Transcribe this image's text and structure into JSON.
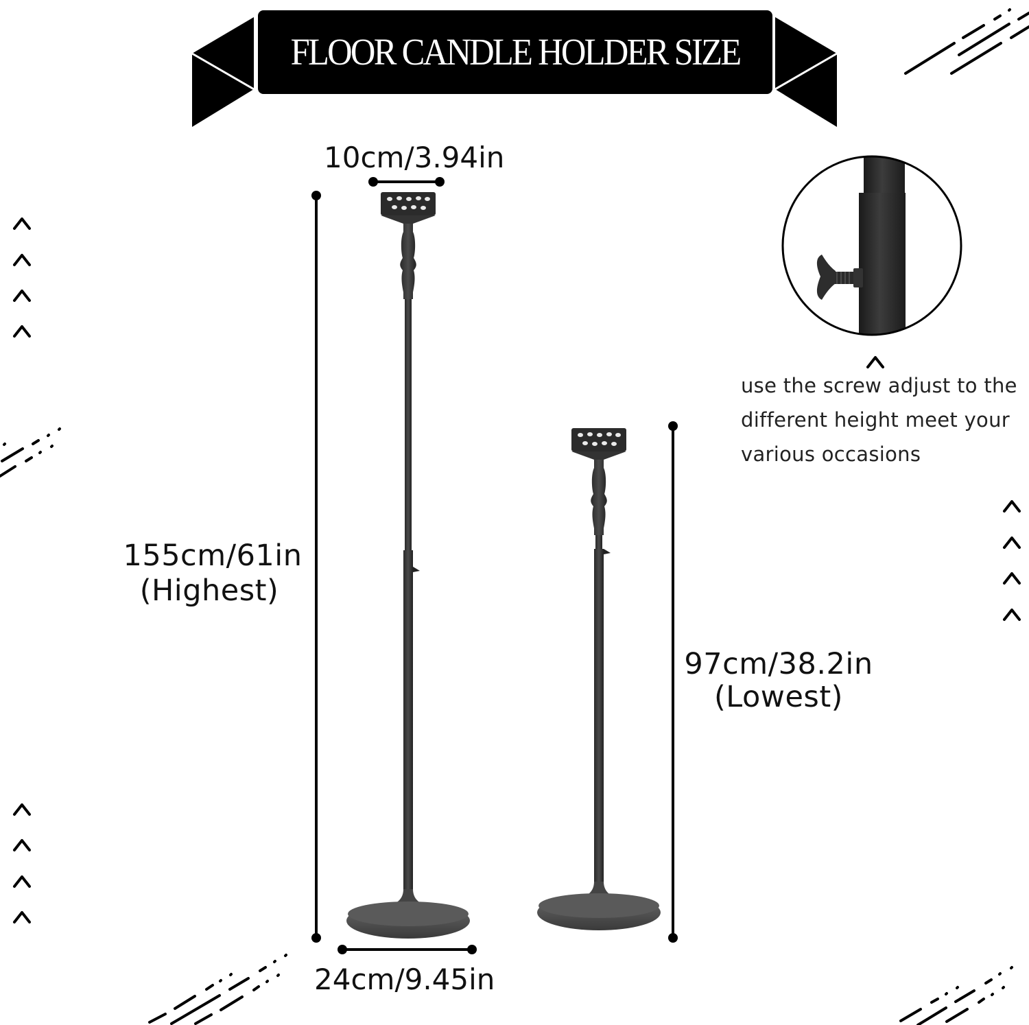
{
  "banner": {
    "title": "FLOOR CANDLE HOLDER SIZE",
    "background_color": "#000000",
    "text_color": "#ffffff"
  },
  "dimensions": {
    "top_width": "10cm/3.94in",
    "highest_height": "155cm/61in",
    "highest_label": "(Highest)",
    "lowest_height": "97cm/38.2in",
    "lowest_label": "(Lowest)",
    "base_width": "24cm/9.45in"
  },
  "detail_inset": {
    "icon": "wing-screw-closeup",
    "caret_icon": "caret-up-icon",
    "note_lines": [
      "use the screw adjust to the",
      "different height meet your",
      "various occasions"
    ]
  },
  "products": [
    {
      "name": "tall-candle-holder",
      "state": "Highest"
    },
    {
      "name": "short-candle-holder",
      "state": "Lowest"
    }
  ],
  "decorations": {
    "caret_groups": [
      {
        "position": "left-upper",
        "count": 4
      },
      {
        "position": "left-lower",
        "count": 4
      },
      {
        "position": "right-middle",
        "count": 4
      }
    ],
    "speed_line_groups": [
      "top-right",
      "left-middle",
      "bottom-left",
      "bottom-right"
    ]
  }
}
